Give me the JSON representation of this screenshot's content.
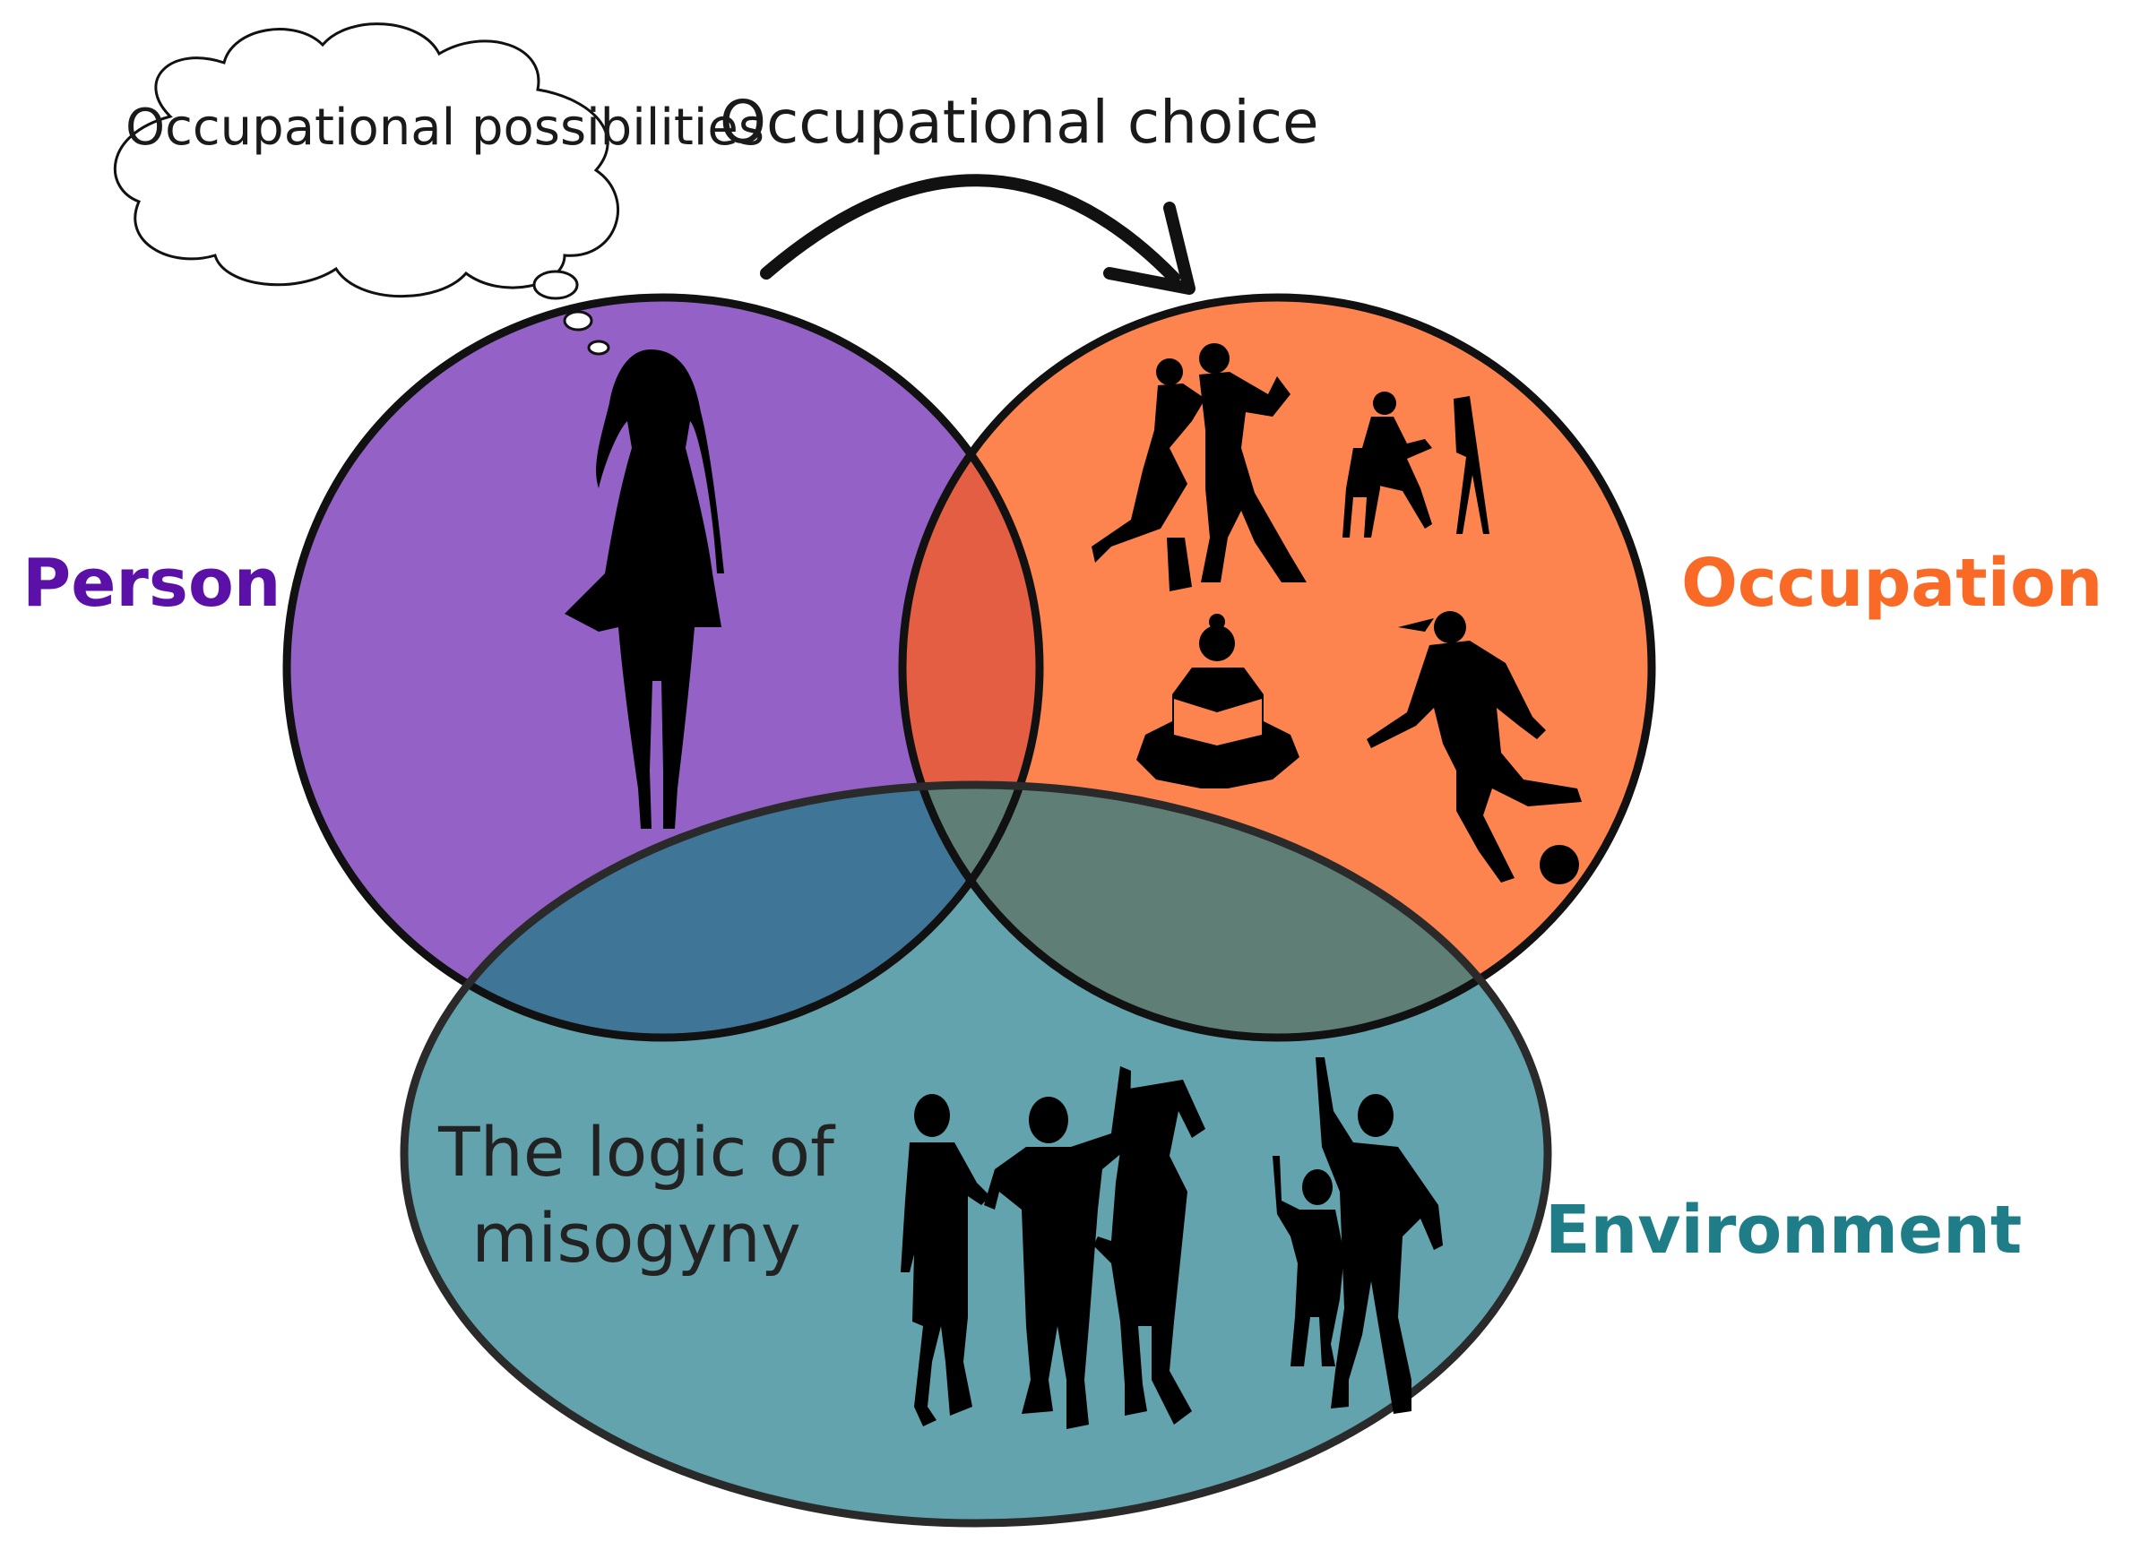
{
  "diagram": {
    "thought_text": "Occupational possibilities",
    "arrow_text": "Occupational choice",
    "person_label": "Person",
    "occupation_label": "Occupation",
    "environment_label": "Environment",
    "environment_text": "The logic of misogyny"
  },
  "colors": {
    "person": "#9461c6",
    "occupation": "#fe844f",
    "environment": "#62a3ad",
    "person_occupation_overlap": "#e35e42",
    "person_environment_overlap": "#3f7596",
    "occupation_environment_overlap": "#5f7e75",
    "person_label": "#5b11a8",
    "occupation_label": "#f86a26",
    "environment_label": "#1f7d88",
    "outline": "#111111"
  },
  "icons": [
    "woman-silhouette-icon",
    "dancing-couple-icon",
    "painter-icon",
    "reading-woman-icon",
    "soccer-player-icon",
    "group-of-people-icon"
  ]
}
